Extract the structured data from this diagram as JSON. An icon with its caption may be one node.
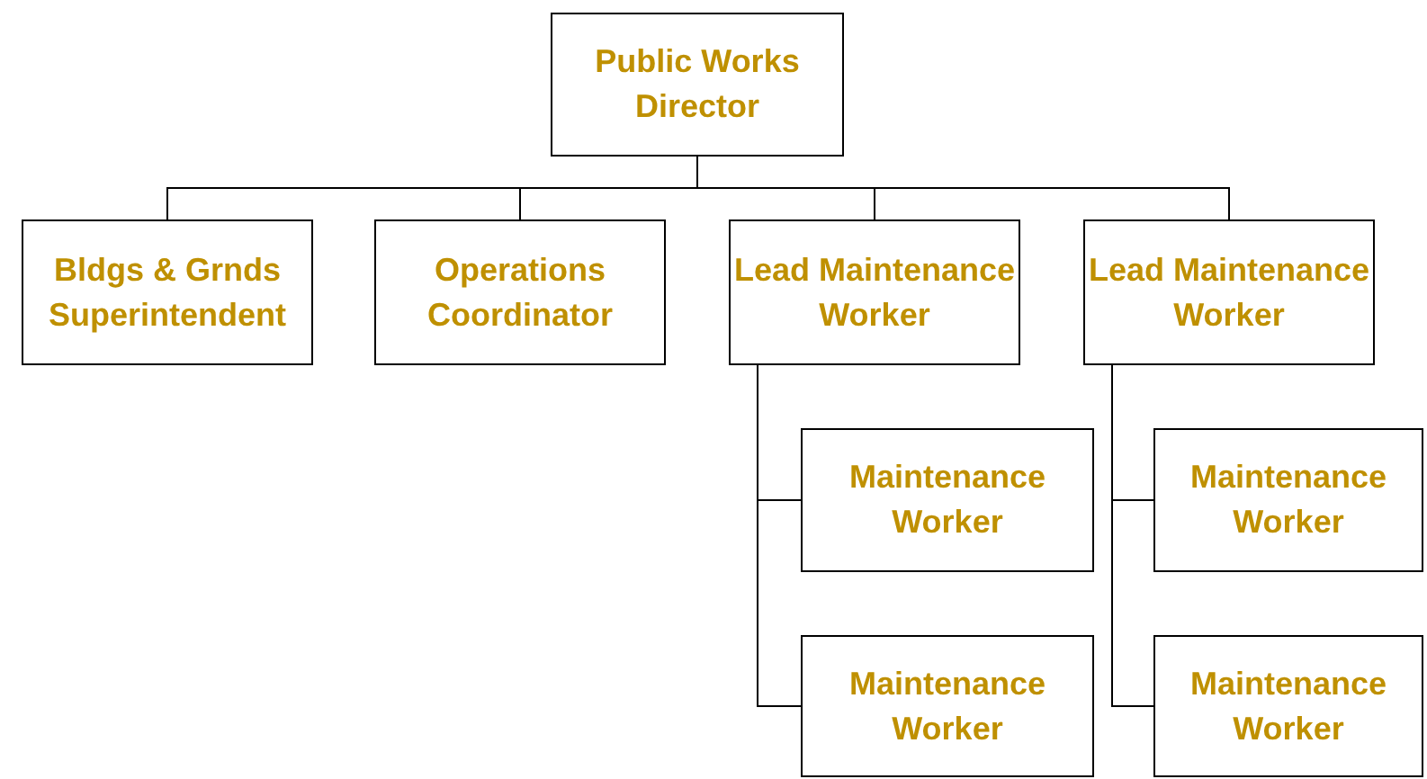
{
  "diagram": {
    "nodes": [
      {
        "text": [
          "Public Works Director"
        ]
      },
      {
        "text": [
          "Bldgs & Grnds Superintendent"
        ]
      },
      {
        "text": [
          "Operations Coordinator"
        ]
      },
      {
        "text": [
          "Lead Maintenance Worker"
        ]
      },
      {
        "text": [
          "Lead Maintenance Worker"
        ]
      },
      {
        "text": [
          "Maintenance Worker"
        ]
      },
      {
        "text": [
          "Maintenance Worker"
        ]
      },
      {
        "text": [
          "Maintenance Worker"
        ]
      },
      {
        "text": [
          "Maintenance Worker"
        ]
      }
    ],
    "edges": [
      {
        "from": 0,
        "to": 1,
        "arrow": "none"
      },
      {
        "from": 0,
        "to": 2,
        "arrow": "none"
      },
      {
        "from": 0,
        "to": 3,
        "arrow": "none"
      },
      {
        "from": 0,
        "to": 4,
        "arrow": "none"
      },
      {
        "from": 3,
        "to": 5,
        "arrow": "none"
      },
      {
        "from": 3,
        "to": 6,
        "arrow": "none"
      },
      {
        "from": 4,
        "to": 7,
        "arrow": "none"
      },
      {
        "from": 4,
        "to": 8,
        "arrow": "none"
      }
    ]
  }
}
